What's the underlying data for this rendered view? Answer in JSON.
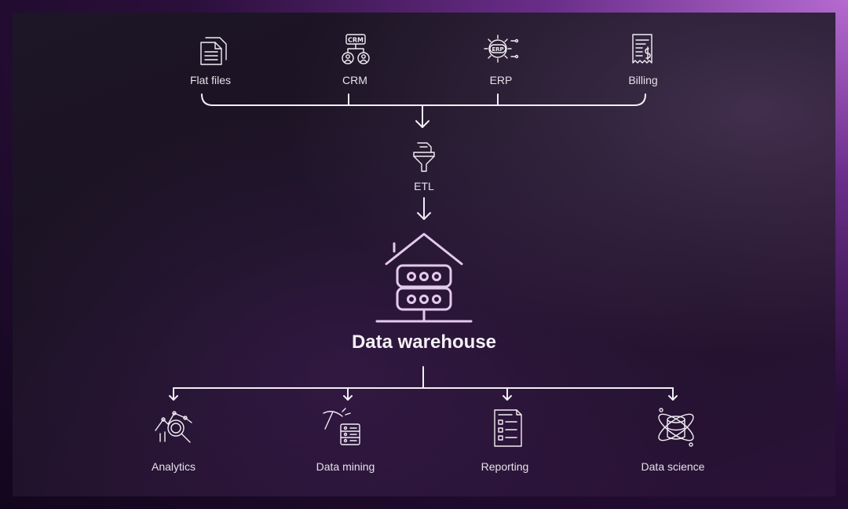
{
  "sources": [
    {
      "label": "Flat files",
      "icon": "flat-files-icon"
    },
    {
      "label": "CRM",
      "icon": "crm-icon"
    },
    {
      "label": "ERP",
      "icon": "erp-icon"
    },
    {
      "label": "Billing",
      "icon": "billing-icon"
    }
  ],
  "etl": {
    "label": "ETL",
    "icon": "funnel-icon"
  },
  "warehouse": {
    "label": "Data warehouse",
    "icon": "warehouse-icon"
  },
  "outputs": [
    {
      "label": "Analytics",
      "icon": "analytics-icon"
    },
    {
      "label": "Data mining",
      "icon": "data-mining-icon"
    },
    {
      "label": "Reporting",
      "icon": "reporting-icon"
    },
    {
      "label": "Data science",
      "icon": "data-science-icon"
    }
  ],
  "icon_text": {
    "crm": "CRM",
    "erp": "ERP"
  },
  "colors": {
    "line": "#f2eef5",
    "warehouse_icon": "#e4c9ee",
    "frame": "#1d1626",
    "glow": "#b56ad0"
  }
}
